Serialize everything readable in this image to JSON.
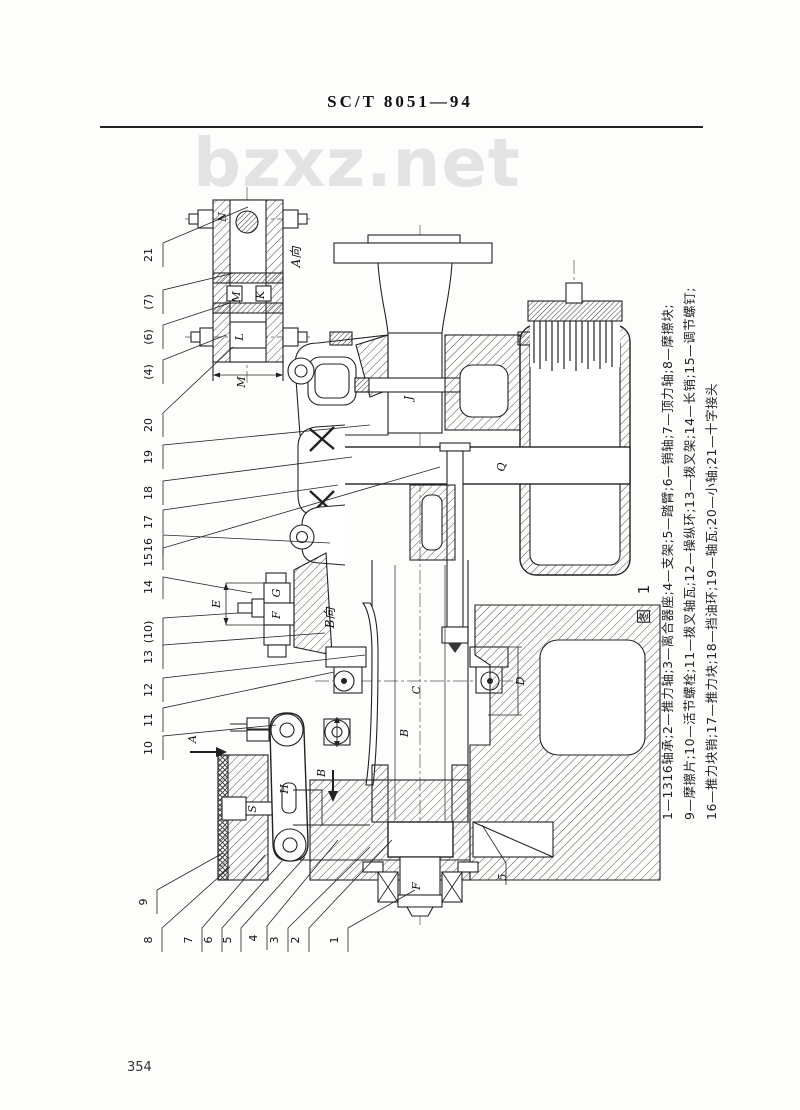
{
  "header": {
    "standard_code": "SC/T 8051—94"
  },
  "watermark": {
    "text": "bzxz.net"
  },
  "page": {
    "number": "354"
  },
  "figure": {
    "title": "图 1",
    "caption_lines": [
      "1—1316轴承;2—推力轴;3—离合器座;4—支架;5—踏臂;6—销轴;7—顶力轴;8—摩擦块;",
      "9—摩擦片;10—活节螺栓;11—拨叉轴瓦;12—操纵环;13—拨叉架;14—长销;15—调节螺钉;",
      "16—推力块销;17—推力块;18—挡油环;19—轴瓦;20—小轴;21—十字接头"
    ],
    "callouts": [
      "21",
      "(7)",
      "(6)",
      "(4)",
      "20",
      "19",
      "18",
      "17",
      "16",
      "15",
      "14",
      "(10)",
      "13",
      "12",
      "11",
      "10",
      "9",
      "8",
      "7",
      "6",
      "5",
      "4",
      "3",
      "2",
      "1"
    ],
    "letters": {
      "n": "N",
      "m": "M",
      "k": "K",
      "l": "L",
      "dim_m": "M",
      "view_a": "A向",
      "j": "J",
      "q": "Q",
      "dim_e": "E",
      "g": "G",
      "f": "F",
      "view_b": "B向",
      "c": "C",
      "b": "B",
      "dim_d": "D",
      "h": "H",
      "s": "S",
      "arrow_a": "A",
      "arrow_b": "B",
      "f2": "F",
      "inner_5": "5"
    }
  }
}
